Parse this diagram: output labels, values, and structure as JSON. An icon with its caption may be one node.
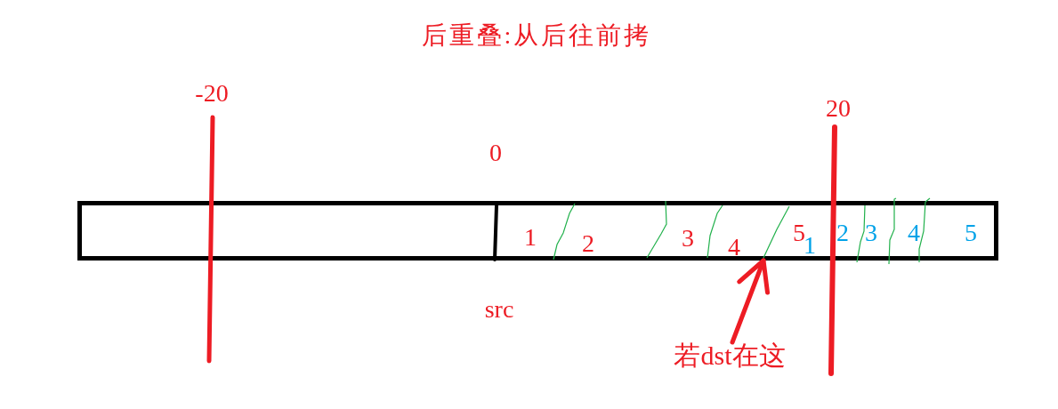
{
  "diagram": {
    "title": "后重叠:从后往前拷",
    "nodes": [
      {
        "text": [
          "1",
          "2",
          "3",
          "4",
          "5",
          "1",
          "2",
          "3",
          "4",
          "5"
        ]
      },
      {
        "text": [
          "若dst在这"
        ]
      }
    ],
    "edges": [
      {
        "from": 1,
        "to": 0,
        "arrow": "to",
        "color": "#ed1c24"
      }
    ],
    "labels": [
      "-20",
      "20",
      "0",
      "src"
    ]
  }
}
